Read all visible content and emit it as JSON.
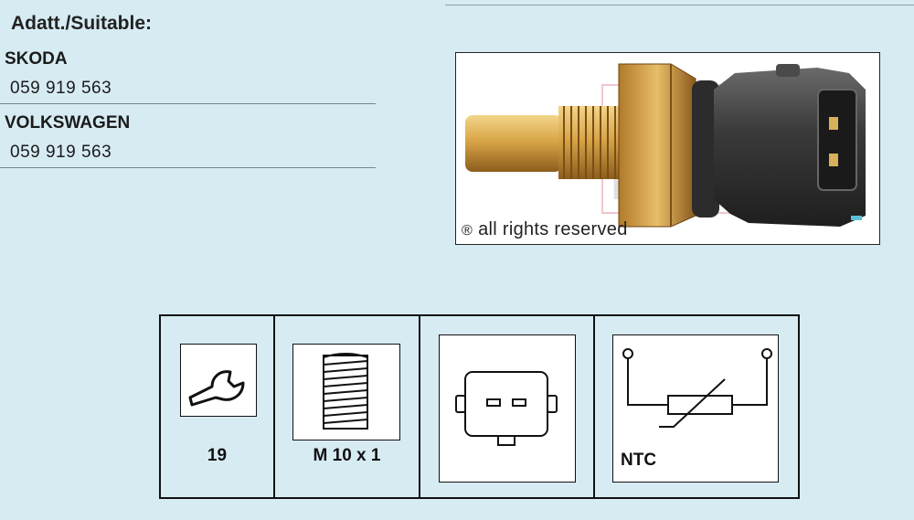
{
  "heading": "Adatt./Suitable:",
  "vehicles": [
    {
      "make": "SKODA",
      "code": "059 919 563"
    },
    {
      "make": "VOLKSWAGEN",
      "code": "059 919 563"
    }
  ],
  "photo": {
    "rights_symbol": "®",
    "rights_text": "all rights reserved"
  },
  "specs": {
    "wrench_size": "19",
    "thread": "M 10 x 1",
    "sensor_type": "NTC"
  },
  "icons": [
    "wrench-icon",
    "thread-bolt-icon",
    "connector-2pin-icon",
    "ntc-thermistor-icon"
  ]
}
